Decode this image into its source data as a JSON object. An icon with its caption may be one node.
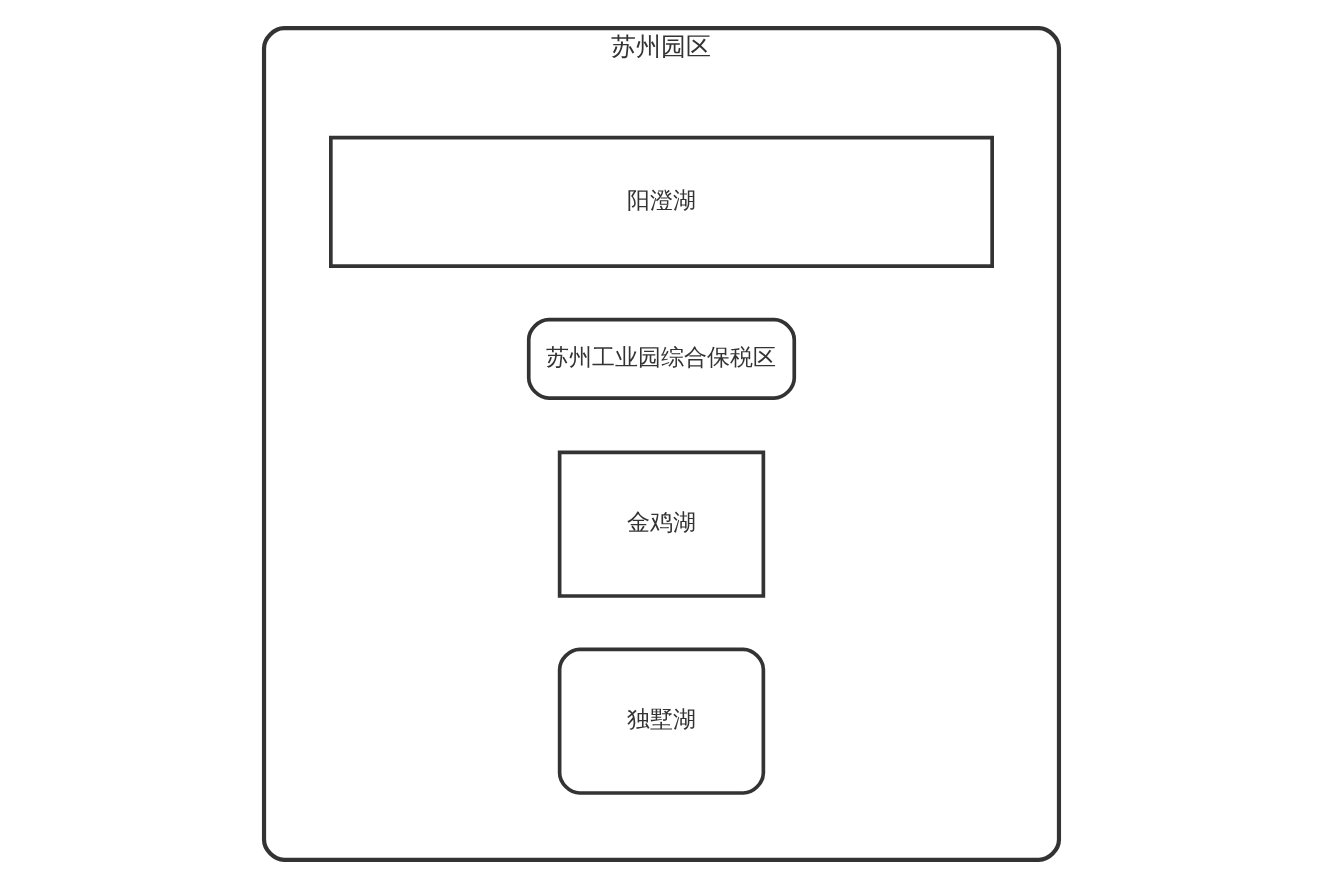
{
  "diagram": {
    "nodes": [
      {
        "text": [
          "苏州园区"
        ]
      },
      {
        "text": [
          "阳澄湖"
        ],
        "in": 0
      },
      {
        "text": [
          "苏州工业园综合保税区"
        ],
        "in": 0
      },
      {
        "text": [
          "金鸡湖"
        ],
        "in": 0
      },
      {
        "text": [
          "独墅湖"
        ],
        "in": 0
      }
    ],
    "edges": []
  }
}
